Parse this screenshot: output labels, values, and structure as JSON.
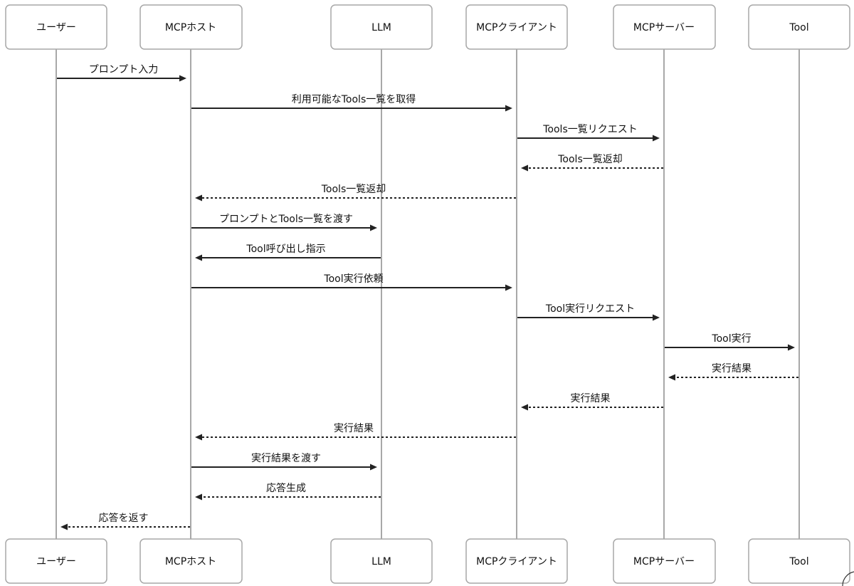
{
  "participants": [
    {
      "id": "user",
      "label": "ユーザー"
    },
    {
      "id": "host",
      "label": "MCPホスト"
    },
    {
      "id": "llm",
      "label": "LLM"
    },
    {
      "id": "client",
      "label": "MCPクライアント"
    },
    {
      "id": "server",
      "label": "MCPサーバー"
    },
    {
      "id": "tool",
      "label": "Tool"
    }
  ],
  "messages": [
    {
      "from": "user",
      "to": "host",
      "label": "プロンプト入力",
      "style": "solid"
    },
    {
      "from": "host",
      "to": "client",
      "label": "利用可能なTools一覧を取得",
      "style": "solid"
    },
    {
      "from": "client",
      "to": "server",
      "label": "Tools一覧リクエスト",
      "style": "solid"
    },
    {
      "from": "server",
      "to": "client",
      "label": "Tools一覧返却",
      "style": "dashed"
    },
    {
      "from": "client",
      "to": "host",
      "label": "Tools一覧返却",
      "style": "dashed"
    },
    {
      "from": "host",
      "to": "llm",
      "label": "プロンプトとTools一覧を渡す",
      "style": "solid"
    },
    {
      "from": "llm",
      "to": "host",
      "label": "Tool呼び出し指示",
      "style": "solid"
    },
    {
      "from": "host",
      "to": "client",
      "label": "Tool実行依頼",
      "style": "solid"
    },
    {
      "from": "client",
      "to": "server",
      "label": "Tool実行リクエスト",
      "style": "solid"
    },
    {
      "from": "server",
      "to": "tool",
      "label": "Tool実行",
      "style": "solid"
    },
    {
      "from": "tool",
      "to": "server",
      "label": "実行結果",
      "style": "dashed"
    },
    {
      "from": "server",
      "to": "client",
      "label": "実行結果",
      "style": "dashed"
    },
    {
      "from": "client",
      "to": "host",
      "label": "実行結果",
      "style": "dashed"
    },
    {
      "from": "host",
      "to": "llm",
      "label": "実行結果を渡す",
      "style": "solid"
    },
    {
      "from": "llm",
      "to": "host",
      "label": "応答生成",
      "style": "dashed"
    },
    {
      "from": "host",
      "to": "user",
      "label": "応答を返す",
      "style": "dashed"
    }
  ]
}
